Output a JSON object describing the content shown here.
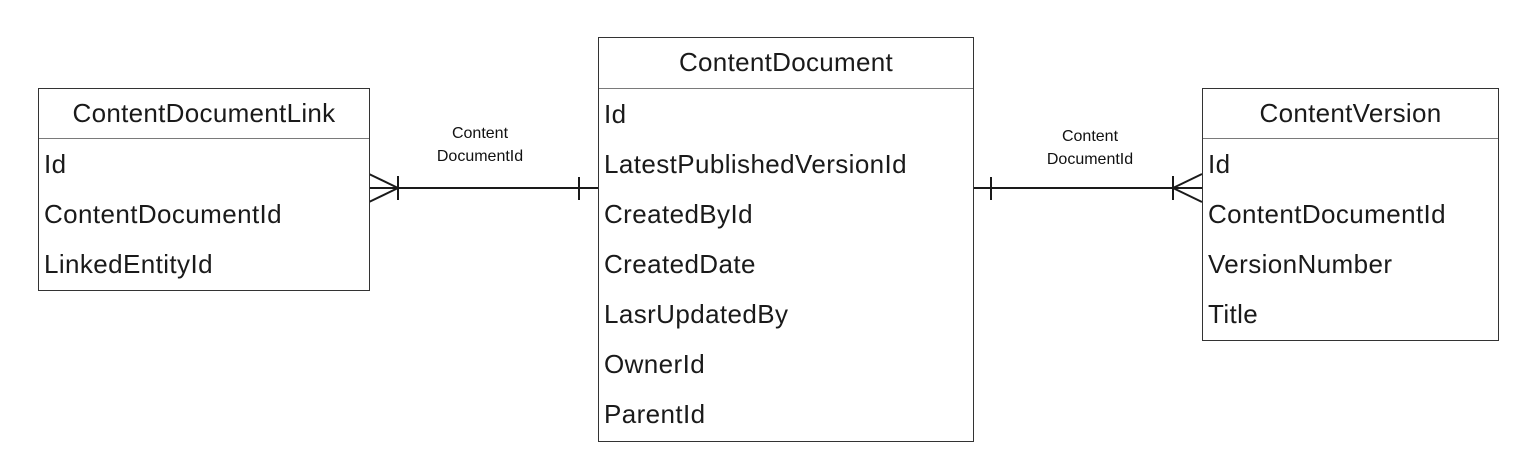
{
  "diagram": {
    "type": "entity-relationship",
    "entities": [
      {
        "name": "ContentDocumentLink",
        "fields": [
          "Id",
          "ContentDocumentId",
          "LinkedEntityId"
        ]
      },
      {
        "name": "ContentDocument",
        "fields": [
          "Id",
          "LatestPublishedVersionId",
          "CreatedById",
          "CreatedDate",
          "LasrUpdatedBy",
          "OwnerId",
          "ParentId"
        ]
      },
      {
        "name": "ContentVersion",
        "fields": [
          "Id",
          "ContentDocumentId",
          "VersionNumber",
          "Title"
        ]
      }
    ],
    "relationships": [
      {
        "from": "ContentDocumentLink",
        "to": "ContentDocument",
        "label_line1": "Content",
        "label_line2": "DocumentId",
        "from_cardinality": "one-or-many",
        "to_cardinality": "one"
      },
      {
        "from": "ContentDocument",
        "to": "ContentVersion",
        "label_line1": "Content",
        "label_line2": "DocumentId",
        "from_cardinality": "one",
        "to_cardinality": "one-or-many"
      }
    ],
    "colors": {
      "border": "#333333",
      "divider": "#7a7a7a",
      "line": "#1a1a1a",
      "text": "#1a1a1a",
      "background": "#ffffff"
    }
  }
}
